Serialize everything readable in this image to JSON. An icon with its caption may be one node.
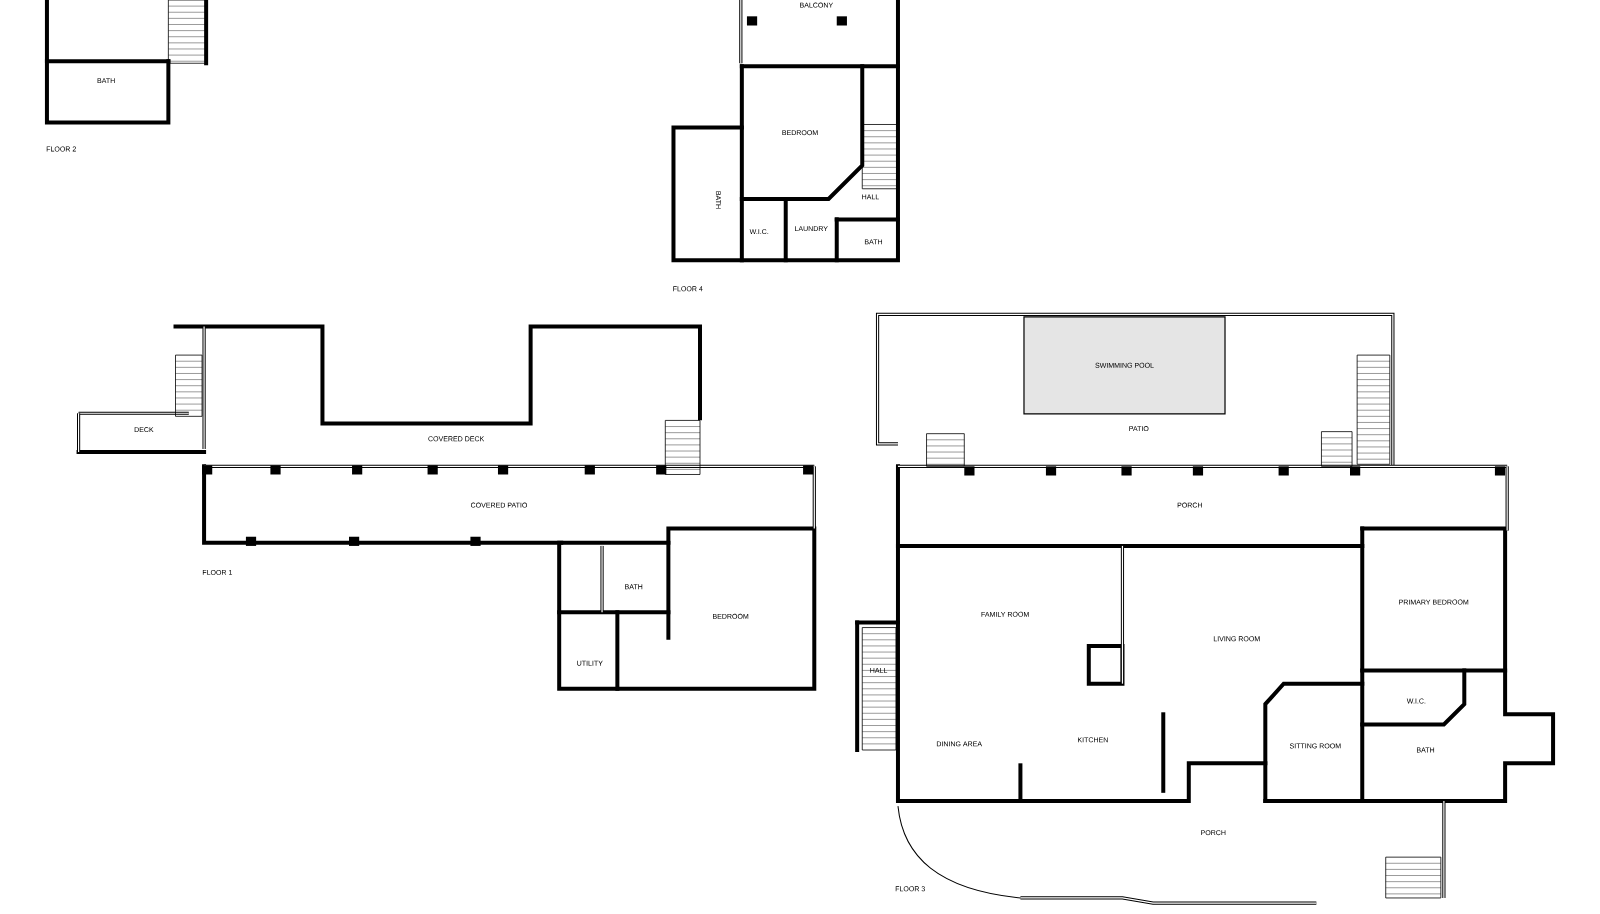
{
  "diagram": {
    "nodes": [
      {
        "text": [
          "BALCONY"
        ]
      },
      {
        "text": [
          "BATH"
        ]
      },
      {
        "text": [
          "BEDROOM"
        ]
      },
      {
        "text": [
          "HALL"
        ]
      },
      {
        "text": [
          "BATH"
        ]
      },
      {
        "text": [
          "W.I.C."
        ]
      },
      {
        "text": [
          "LAUNDRY"
        ]
      },
      {
        "text": [
          "BATH"
        ]
      },
      {
        "text": [
          "SWIMMING POOL"
        ]
      },
      {
        "text": [
          "PATIO"
        ]
      },
      {
        "text": [
          "DECK"
        ]
      },
      {
        "text": [
          "COVERED DECK"
        ]
      },
      {
        "text": [
          "PORCH"
        ]
      },
      {
        "text": [
          "COVERED PATIO"
        ]
      },
      {
        "text": [
          "BATH"
        ]
      },
      {
        "text": [
          "PRIMARY BEDROOM"
        ]
      },
      {
        "text": [
          "FAMILY ROOM"
        ]
      },
      {
        "text": [
          "BEDROOM"
        ]
      },
      {
        "text": [
          "LIVING ROOM"
        ]
      },
      {
        "text": [
          "UTILITY"
        ]
      },
      {
        "text": [
          "HALL"
        ]
      },
      {
        "text": [
          "W.I.C."
        ]
      },
      {
        "text": [
          "KITCHEN"
        ]
      },
      {
        "text": [
          "DINING AREA"
        ]
      },
      {
        "text": [
          "SITTING ROOM"
        ]
      },
      {
        "text": [
          "BATH"
        ]
      },
      {
        "text": [
          "PORCH"
        ]
      }
    ],
    "labels": [
      "FLOOR 2",
      "FLOOR 4",
      "FLOOR 1",
      "FLOOR 3"
    ]
  }
}
